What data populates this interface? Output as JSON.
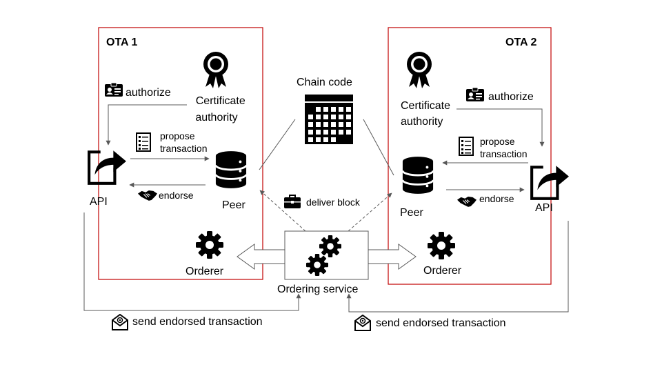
{
  "ota1": {
    "title": "OTA 1",
    "certificate_authority": [
      "Certificate",
      "authority"
    ],
    "authorize": "authorize",
    "propose": [
      "propose",
      "transaction"
    ],
    "endorse": "endorse",
    "api": "API",
    "peer": "Peer",
    "orderer": "Orderer"
  },
  "ota2": {
    "title": "OTA 2",
    "certificate_authority": [
      "Certificate",
      "authority"
    ],
    "authorize": "authorize",
    "propose": [
      "propose",
      "transaction"
    ],
    "endorse": "endorse",
    "api": "API",
    "peer": "Peer",
    "orderer": "Orderer"
  },
  "center": {
    "chain_code": "Chain code",
    "deliver_block": "deliver block",
    "ordering_service": "Ordering service"
  },
  "bottom": {
    "send_left": "send endorsed transaction",
    "send_right": "send endorsed transaction"
  },
  "colors": {
    "org_border": "#C00000",
    "arrow": "#595959",
    "icon": "#000000"
  }
}
